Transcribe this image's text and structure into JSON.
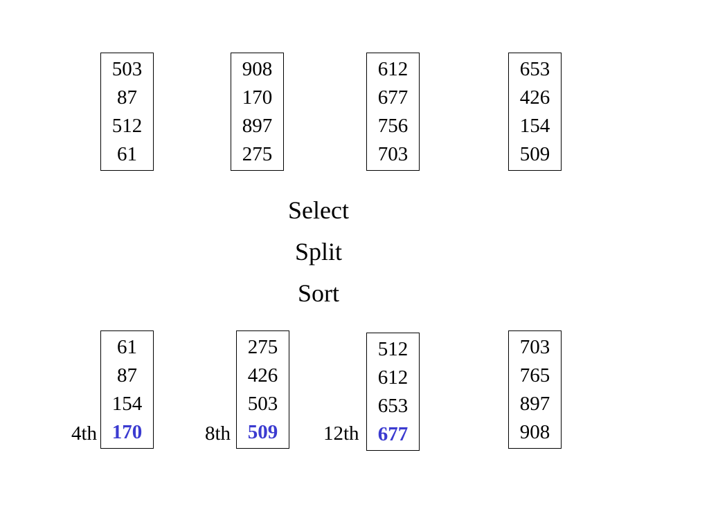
{
  "top_boxes": [
    [
      "503",
      "87",
      "512",
      "61"
    ],
    [
      "908",
      "170",
      "897",
      "275"
    ],
    [
      "612",
      "677",
      "756",
      "703"
    ],
    [
      "653",
      "426",
      "154",
      "509"
    ]
  ],
  "steps": [
    "Select",
    "Split",
    "Sort"
  ],
  "bottom_boxes": [
    [
      "61",
      "87",
      "154",
      "170"
    ],
    [
      "275",
      "426",
      "503",
      "509"
    ],
    [
      "512",
      "612",
      "653",
      "677"
    ],
    [
      "703",
      "765",
      "897",
      "908"
    ]
  ],
  "ranks": [
    "4th",
    "8th",
    "12th"
  ],
  "highlight_color": "#3b3bd0"
}
